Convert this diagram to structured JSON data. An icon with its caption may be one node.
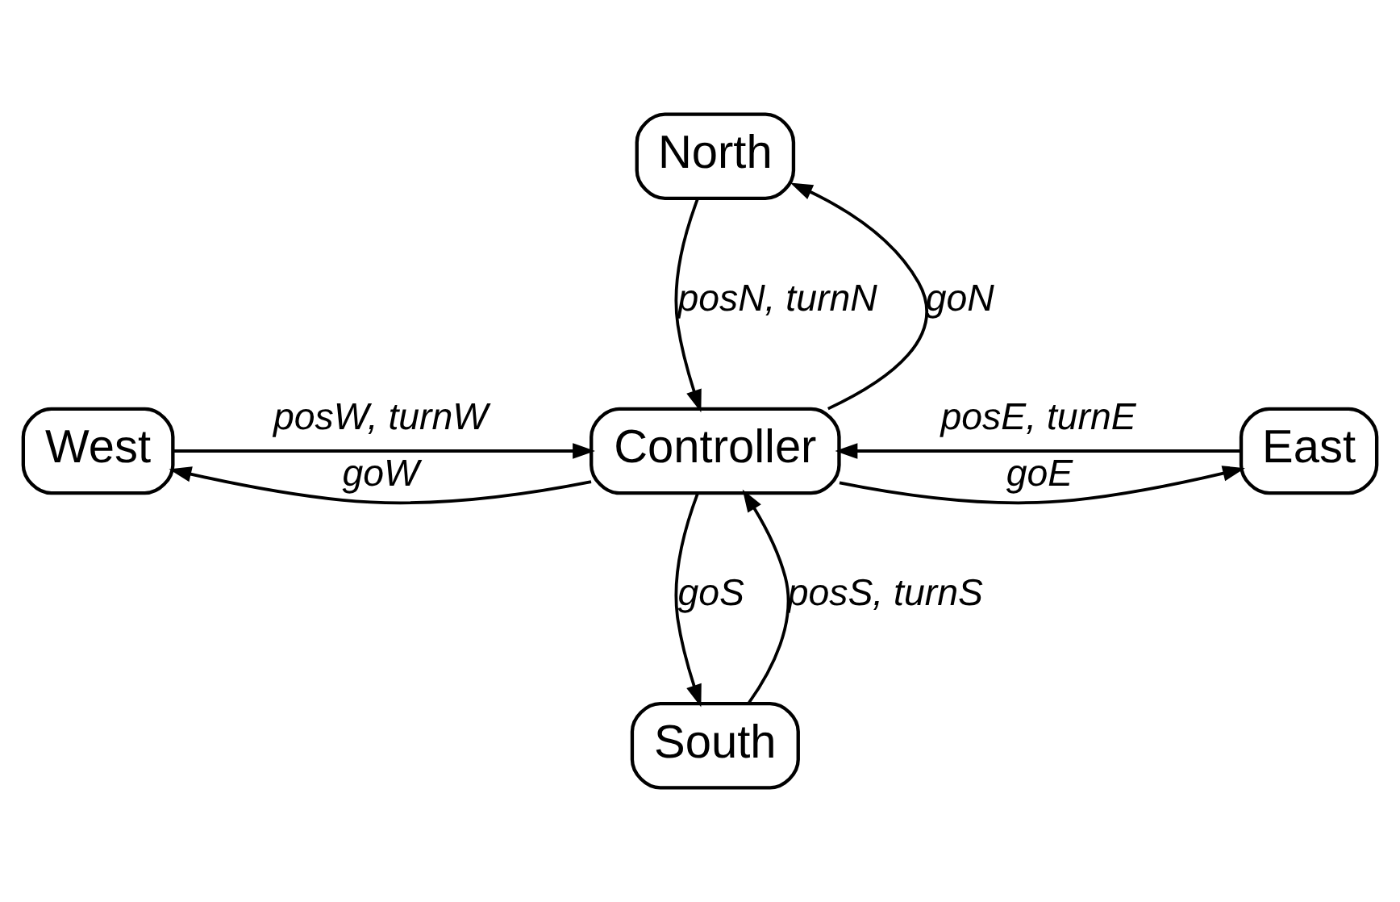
{
  "diagram": {
    "nodes": [
      {
        "text": [
          "North"
        ]
      },
      {
        "text": [
          "West"
        ]
      },
      {
        "text": [
          "Controller"
        ]
      },
      {
        "text": [
          "East"
        ]
      },
      {
        "text": [
          "South"
        ]
      }
    ],
    "edges": [
      {
        "from": 0,
        "to": 2,
        "arrow": "to",
        "label": "posN, turnN"
      },
      {
        "from": 2,
        "to": 0,
        "arrow": "to",
        "label": "goN"
      },
      {
        "from": 1,
        "to": 2,
        "arrow": "to",
        "label": "posW, turnW"
      },
      {
        "from": 2,
        "to": 1,
        "arrow": "to",
        "label": "goW"
      },
      {
        "from": 3,
        "to": 2,
        "arrow": "to",
        "label": "posE, turnE"
      },
      {
        "from": 2,
        "to": 3,
        "arrow": "to",
        "label": "goE"
      },
      {
        "from": 2,
        "to": 4,
        "arrow": "to",
        "label": "goS"
      },
      {
        "from": 4,
        "to": 2,
        "arrow": "to",
        "label": "posS, turnS"
      }
    ]
  }
}
